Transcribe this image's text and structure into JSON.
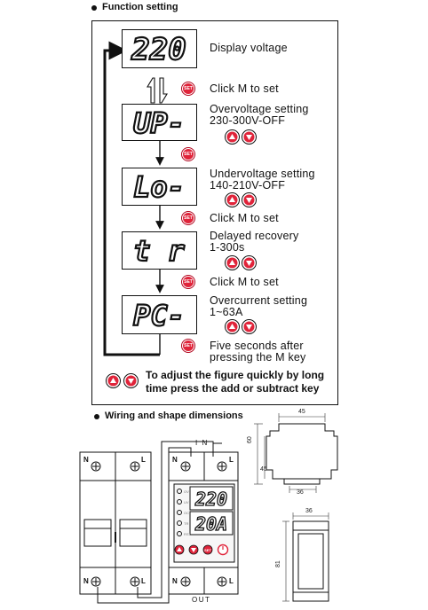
{
  "section1": {
    "title": "Function setting"
  },
  "steps": [
    {
      "display": "220",
      "label": "Display voltage"
    },
    {
      "display": "UP-",
      "label1": "Overvoltage setting",
      "label2": "230-300V-OFF"
    },
    {
      "display": "Lo-",
      "label1": "Undervoltage setting",
      "label2": "140-210V-OFF"
    },
    {
      "display": "t r",
      "label1": "Delayed recovery",
      "label2": "1-300s"
    },
    {
      "display": "PC-",
      "label1": "Overcurrent setting",
      "label2": "1~63A"
    }
  ],
  "set_badge": "SET",
  "click_m": "Click M to set",
  "final": {
    "line1": "Five seconds after",
    "line2": "pressing the M key"
  },
  "note": {
    "line1": "To adjust the figure quickly by long",
    "line2": "time press the add or subtract key"
  },
  "section2": {
    "title": "Wiring and shape dimensions"
  },
  "wiring": {
    "terminal_n": "N",
    "terminal_l": "L",
    "in_label": "I N",
    "out_label": "OUT",
    "device_voltage": "220",
    "device_current": "20A",
    "side_labels": [
      "OV",
      "UV",
      "OC",
      "TR",
      "RST"
    ]
  },
  "dimensions": {
    "width_top": "45",
    "height": "60",
    "height_inner": "45",
    "bottom_width": "36",
    "width_front": "36",
    "height_front": "81"
  },
  "colors": {
    "accent_red": "#e0243a",
    "ink": "#111111"
  }
}
